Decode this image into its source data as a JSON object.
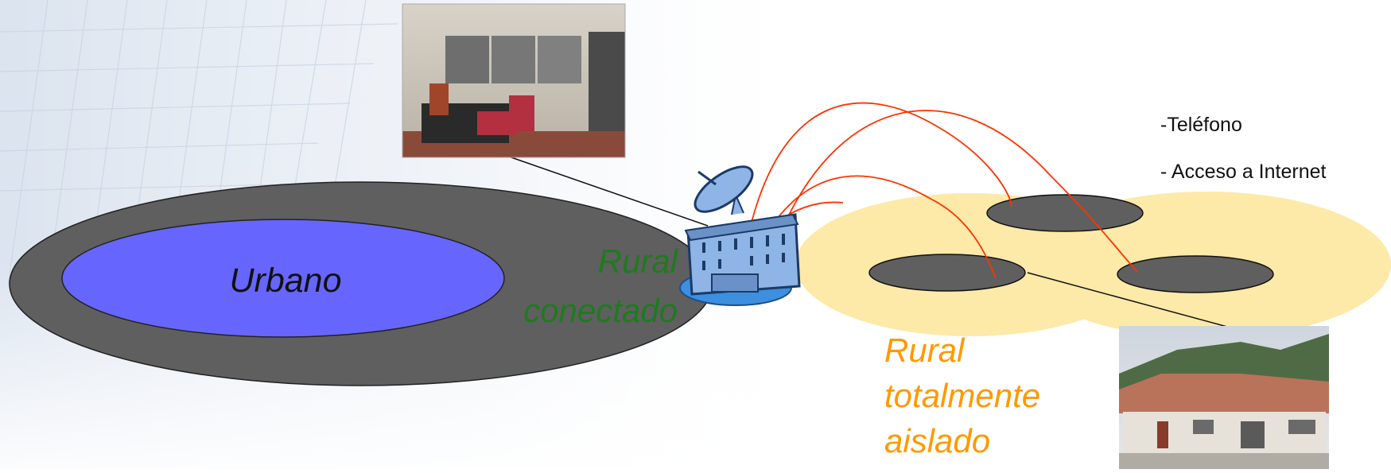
{
  "zones": {
    "urban_label": "Urbano",
    "rural_connected_label_line1": "Rural",
    "rural_connected_label_line2": "conectado",
    "isolated_label_line1": "Rural",
    "isolated_label_line2": "totalmente",
    "isolated_label_line3": "aislado"
  },
  "services": [
    "-Teléfono",
    "- Acceso a Internet"
  ],
  "colors": {
    "urban_fill": "#6666ff",
    "rural_fill": "#5f5f5f",
    "isolated_area_fill": "#fde9a8",
    "village_fill": "#5f5f5f",
    "link_color": "#ff3300",
    "connected_text": "#1f7a1f",
    "isolated_text": "#ff9900",
    "building_fill": "#8fb4e6",
    "building_base": "#3d8fe0"
  },
  "images": {
    "office_photo": "office-interior-photo",
    "house_photo": "rural-house-photo"
  }
}
